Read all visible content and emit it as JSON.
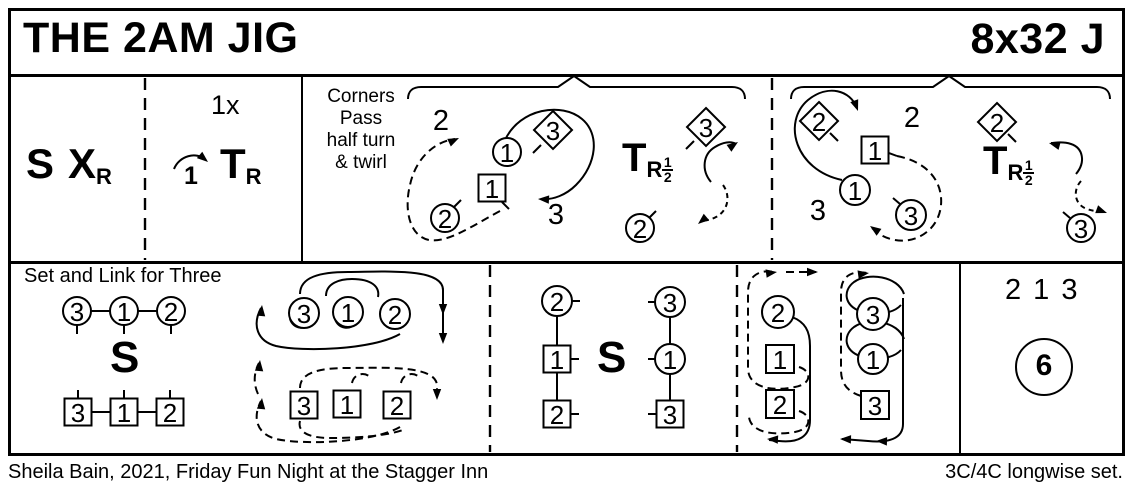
{
  "header": {
    "title": "THE 2AM JIG",
    "timing": "8x32 J"
  },
  "bars_1_4": {
    "set": "S",
    "cross": "X",
    "cross_sub": "R"
  },
  "bars_5_8": {
    "repeat": "1x",
    "couple": "1",
    "turn": "T",
    "turn_sub": "R"
  },
  "bars_9_16": {
    "caption_line1": "Corners",
    "caption_line2": "Pass",
    "caption_line3": "half turn",
    "caption_line4": "& twirl",
    "label_top": "2",
    "label_bottom": "3",
    "turn": "T",
    "turn_sub": "R",
    "turn_frac_num": "1",
    "turn_frac_den": "2",
    "dancer_circle_1": "1",
    "dancer_diamond_3": "3",
    "dancer_square_1": "1",
    "dancer_circle_2": "2",
    "dancer_diamond_3b": "3",
    "dancer_circle_2b": "2"
  },
  "bars_17_24": {
    "label_top": "2",
    "label_bottom": "3",
    "turn": "T",
    "turn_sub": "R",
    "turn_frac_num": "1",
    "turn_frac_den": "2",
    "dancer_diamond_2": "2",
    "dancer_square_1": "1",
    "dancer_circle_1": "1",
    "dancer_circle_3": "3",
    "dancer_diamond_2b": "2",
    "dancer_circle_3b": "3"
  },
  "set_and_link": {
    "caption": "Set and Link for Three",
    "set_letter": "S",
    "top_row": [
      "3",
      "1",
      "2"
    ],
    "bottom_row": [
      "3",
      "1",
      "2"
    ],
    "swirl_top": [
      "3",
      "1",
      "2"
    ],
    "swirl_bottom": [
      "3",
      "1",
      "2"
    ]
  },
  "set_and_link_2": {
    "set_letter": "S",
    "left_col": [
      "2",
      "1",
      "2"
    ],
    "right_col": [
      "3",
      "1",
      "3"
    ],
    "travel_left": [
      "2",
      "1",
      "2"
    ],
    "travel_right": [
      "3",
      "1",
      "3"
    ]
  },
  "finish": {
    "order": "2 1 3",
    "circle_label": "6"
  },
  "footer": {
    "credit": "Sheila Bain, 2021, Friday Fun Night at the Stagger Inn",
    "set_type": "3C/4C longwise set."
  }
}
